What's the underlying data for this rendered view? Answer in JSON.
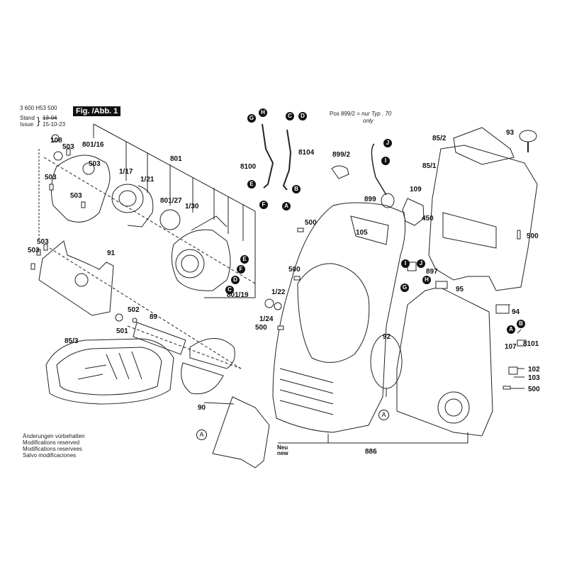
{
  "header": {
    "doc_number": "3 600 H53 500",
    "stand_label": "Stand",
    "issue_label": "Issue",
    "stand_value": "13-04",
    "issue_value": "15-10-23",
    "figure_label": "Fig. /Abb. 1"
  },
  "note": {
    "pos": "Pos 899/2",
    "eq": "=",
    "text_de": "nur Typ . 70",
    "text_en": "only"
  },
  "footer": {
    "lines": [
      "Änderungen vorbehalten",
      "Modifications reserved",
      "Modifications reservees",
      "Salvo modificaciones"
    ]
  },
  "neu_label": {
    "de": "Neu",
    "en": "new"
  },
  "part_labels": {
    "p108": "108",
    "p503a": "503",
    "p801_16": "801/16",
    "p503b": "503",
    "p503c": "503",
    "p503d": "503",
    "p1_17": "1/17",
    "p1_21": "1/21",
    "p801": "801",
    "p801_27": "801/27",
    "p1_30": "1/30",
    "p801_19": "801/19",
    "p503e": "503",
    "p503f": "503",
    "p91": "91",
    "p502": "502",
    "p501": "501",
    "p89": "89",
    "p85_3": "85/3",
    "p90": "90",
    "p8100": "8100",
    "p8104": "8104",
    "p899_2": "899/2",
    "p899": "899",
    "p109": "109",
    "p450": "450",
    "p85_2": "85/2",
    "p85_1": "85/1",
    "p93": "93",
    "p500a": "500",
    "p500b": "500",
    "p105": "105",
    "p500c": "500",
    "p1_22": "1/22",
    "p1_24": "1/24",
    "p500d": "500",
    "p897": "897",
    "p95": "95",
    "p94": "94",
    "p107": "107",
    "p8101": "8101",
    "p102": "102",
    "p103": "103",
    "p500e": "500",
    "p92": "92",
    "p886": "886"
  },
  "connector_markers": {
    "G1": "G",
    "H1": "H",
    "C1": "C",
    "D1": "D",
    "E1": "E",
    "F1": "F",
    "B1": "B",
    "A1": "A",
    "J1": "J",
    "I1": "I",
    "E2": "E",
    "F2": "F",
    "D2": "D",
    "C2": "C",
    "I2": "I",
    "J2": "J",
    "G2": "G",
    "H2": "H",
    "B2": "B",
    "A2": "A",
    "A_open_1": "A",
    "A_open_2": "A"
  }
}
